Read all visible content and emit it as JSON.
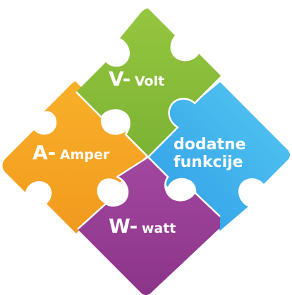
{
  "pieces": {
    "volt": {
      "prefix": "V-",
      "word": "Volt",
      "color": "#86bd38"
    },
    "amper": {
      "prefix": "A-",
      "word": "Amper",
      "color": "#f6a623"
    },
    "watt": {
      "prefix": "W-",
      "word": "watt",
      "color": "#9a3f98"
    },
    "dodatne": {
      "line1": "dodatne",
      "line2": "funkcije",
      "color": "#3fb3ef"
    }
  }
}
